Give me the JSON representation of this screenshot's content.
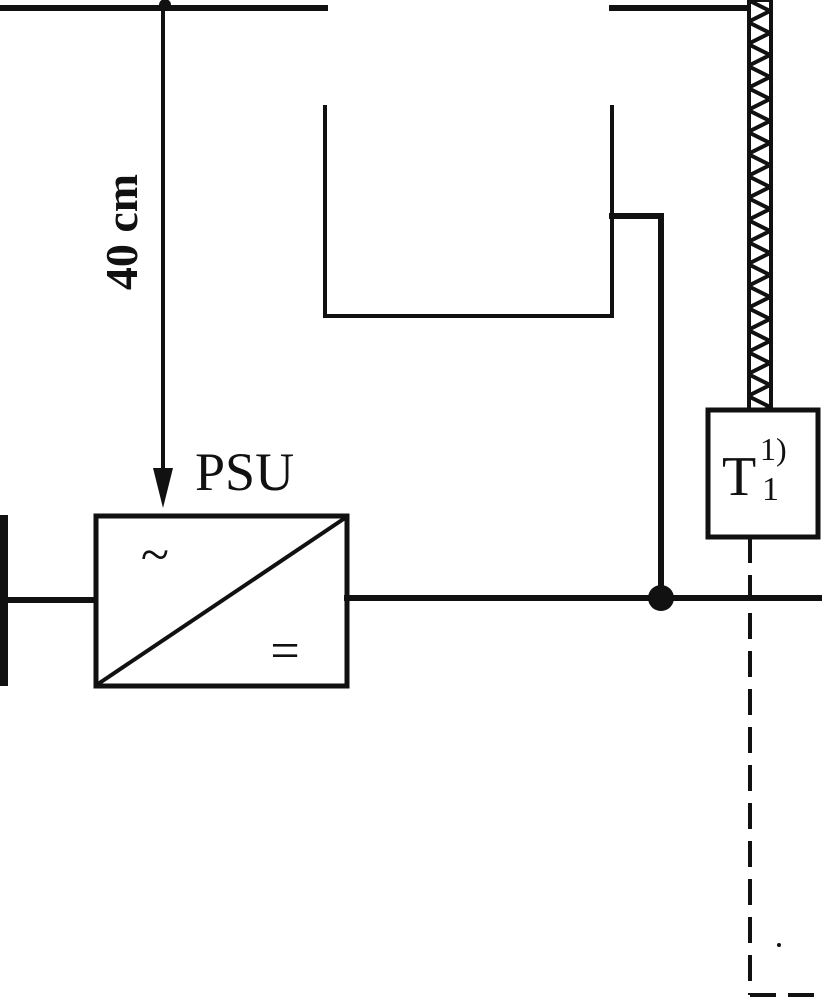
{
  "dimension": {
    "text": "40 cm"
  },
  "psu": {
    "label": "PSU",
    "ac_symbol": "~",
    "dc_symbol": "="
  },
  "sensor": {
    "symbol": "T",
    "subscript": "1",
    "footnote": "1)"
  }
}
